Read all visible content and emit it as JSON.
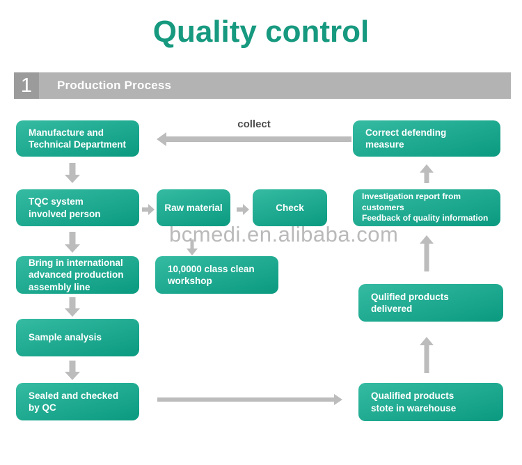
{
  "title": "Quality control",
  "section_header": {
    "number": "1",
    "label": "Production Process"
  },
  "collect_label": "collect",
  "watermark": "bcmedi.en.alibaba.com",
  "nodes": {
    "manufacture": "Manufacture and\nTechnical Department",
    "tqc": "TQC system\ninvolved person",
    "bring_in": "Bring in international\nadvanced production\nassembly line",
    "sample_analysis": "Sample analysis",
    "sealed_checked": "Sealed and checked\nby QC",
    "raw_material": "Raw material",
    "check": "Check",
    "clean_workshop": "10,0000 class clean\nworkshop",
    "correct_defending": "Correct defending\nmeasure",
    "investigation": "Investigation report from customers\nFeedback of quality information",
    "qualified_delivered": "Qulified products\ndelivered",
    "qualified_warehouse": "Qualified products\nstote in warehouse"
  },
  "colors": {
    "title_green": "#16997f",
    "node_gradient_top": "#35bba2",
    "node_gradient_bottom": "#0a9a80",
    "node_text": "#ffffff",
    "banner_gray": "#b3b3b3",
    "banner_number_gray": "#9b9b9b",
    "arrow_gray": "#bcbcbc",
    "collect_text": "#4d4d4d",
    "watermark_gray": "#a9a9a9"
  }
}
